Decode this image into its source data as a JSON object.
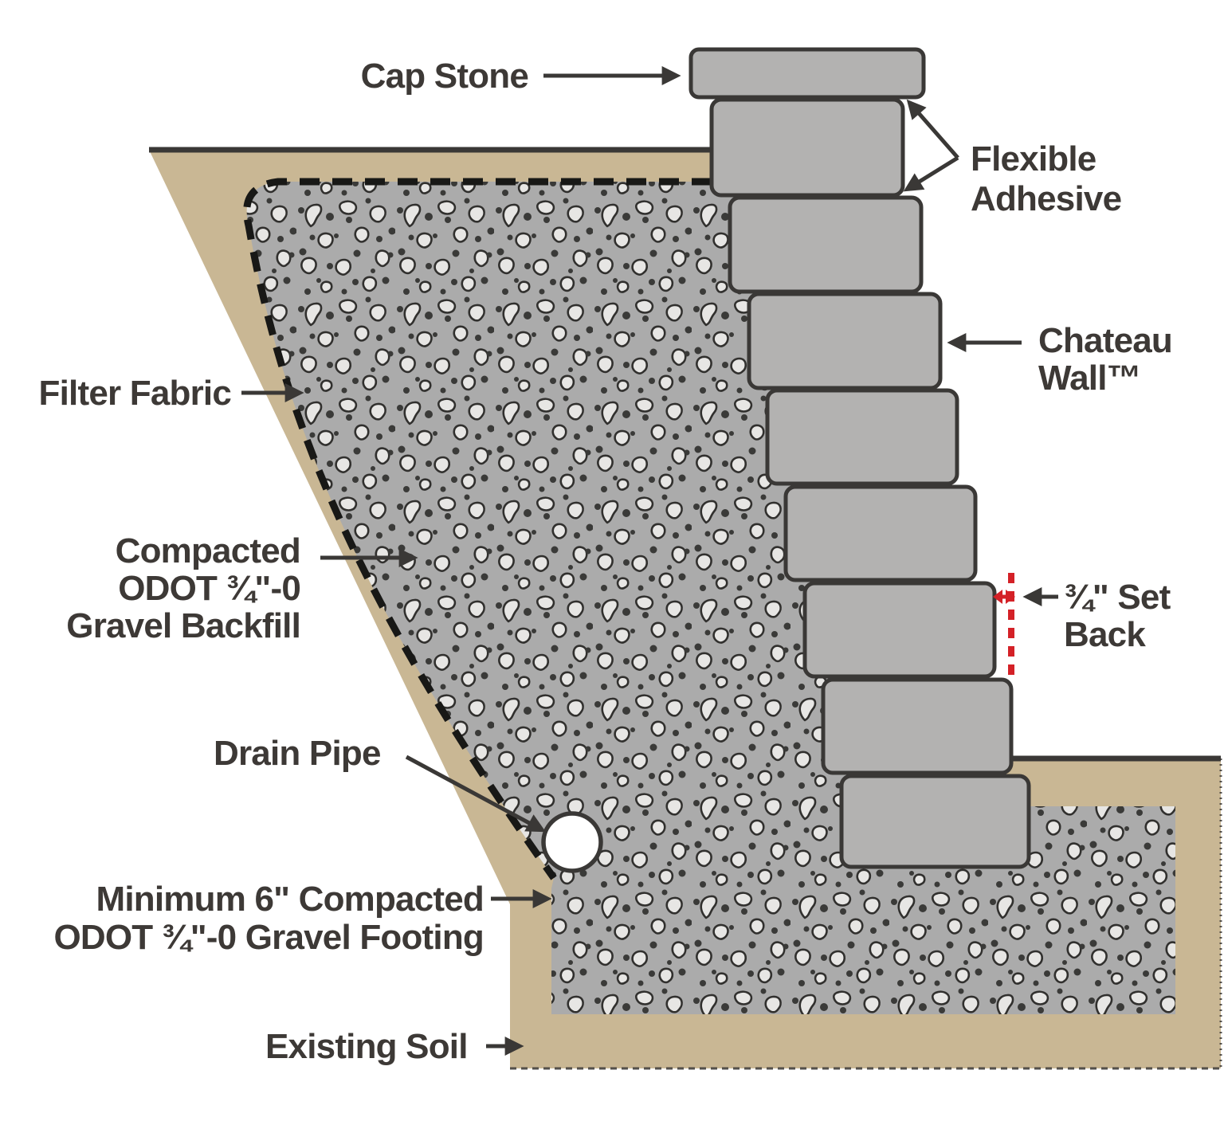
{
  "colors": {
    "background": "#ffffff",
    "soil_tan": "#c9b794",
    "gravel_gray": "#ababab",
    "stone_light": "#e7e6e4",
    "stone_outline": "#31302e",
    "gravel_dot_dark": "#3a3a38",
    "block_gray": "#b3b2b1",
    "outline_dark": "#3a3836",
    "text_dark": "#3d3936",
    "setback_red": "#d42127",
    "filter_fabric_black": "#181816",
    "drain_pipe_white": "#ffffff"
  },
  "labels": {
    "cap_stone": {
      "text": "Cap Stone"
    },
    "flexible_adhesive": {
      "line1": "Flexible",
      "line2": "Adhesive"
    },
    "chateau_wall": {
      "line1": "Chateau",
      "line2": "Wall™"
    },
    "set_back": {
      "line1": "¾\" Set",
      "line2": "Back"
    },
    "filter_fabric": {
      "text": "Filter Fabric"
    },
    "gravel_backfill": {
      "line1": "Compacted",
      "line2": "ODOT ¾\"-0",
      "line3": "Gravel Backfill"
    },
    "drain_pipe": {
      "text": "Drain Pipe"
    },
    "gravel_footing": {
      "line1": "Minimum 6\" Compacted",
      "line2": "ODOT ¾\"-0 Gravel Footing"
    },
    "existing_soil": {
      "text": "Existing Soil"
    }
  }
}
